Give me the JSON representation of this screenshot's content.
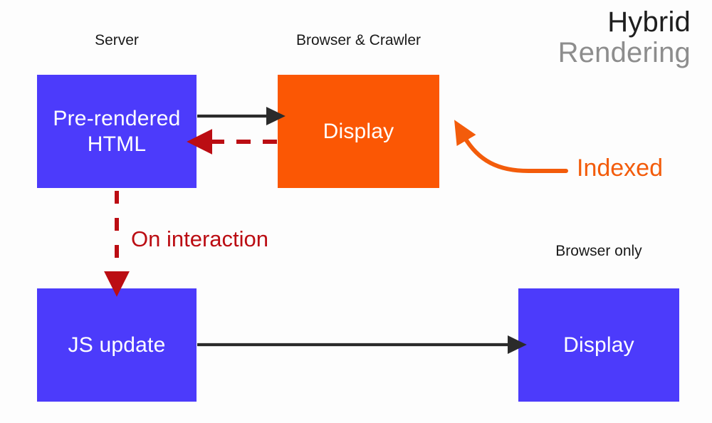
{
  "diagram": {
    "title": {
      "line_1": "Hybrid",
      "line_2": "Rendering"
    },
    "background_color": "#fdfdfd",
    "colors": {
      "blue": "#4c3bfb",
      "orange": "#fb5704",
      "dark_red": "#bb0d13",
      "indexed_orange": "#f35c0b",
      "black_arrow": "#2b2b2b",
      "title_dark": "#1e1e1e",
      "title_gray": "#8d8d8d"
    },
    "group_labels": [
      {
        "name": "server",
        "text": "Server"
      },
      {
        "name": "browser-crawler",
        "text": "Browser & Crawler"
      },
      {
        "name": "browser-only",
        "text": "Browser only"
      }
    ],
    "nodes": [
      {
        "name": "pre-rendered-html",
        "line_1": "Pre-rendered",
        "line_2": "HTML",
        "color": "blue"
      },
      {
        "name": "display-crawler",
        "line_1": "Display",
        "line_2": "",
        "color": "orange"
      },
      {
        "name": "js-update",
        "line_1": "JS update",
        "line_2": "",
        "color": "blue"
      },
      {
        "name": "display-browser",
        "line_1": "Display",
        "line_2": "",
        "color": "blue"
      }
    ],
    "annotations": [
      {
        "name": "on-interaction",
        "text": "On interaction",
        "color": "#bb0d13"
      },
      {
        "name": "indexed",
        "text": "Indexed",
        "color": "#f35c0b"
      }
    ],
    "connectors": [
      {
        "name": "html-to-display-solid",
        "style": "solid",
        "color": "#2b2b2b",
        "direction": "right"
      },
      {
        "name": "display-to-html-dashed",
        "style": "dashed",
        "color": "#bb0d13",
        "direction": "left"
      },
      {
        "name": "html-to-js-update-dashed",
        "style": "dashed",
        "color": "#bb0d13",
        "direction": "down"
      },
      {
        "name": "js-update-to-display-solid",
        "style": "solid",
        "color": "#2b2b2b",
        "direction": "right"
      },
      {
        "name": "indexed-curved-arrow",
        "style": "curved",
        "color": "#f35c0b",
        "direction": "up-left"
      }
    ]
  }
}
